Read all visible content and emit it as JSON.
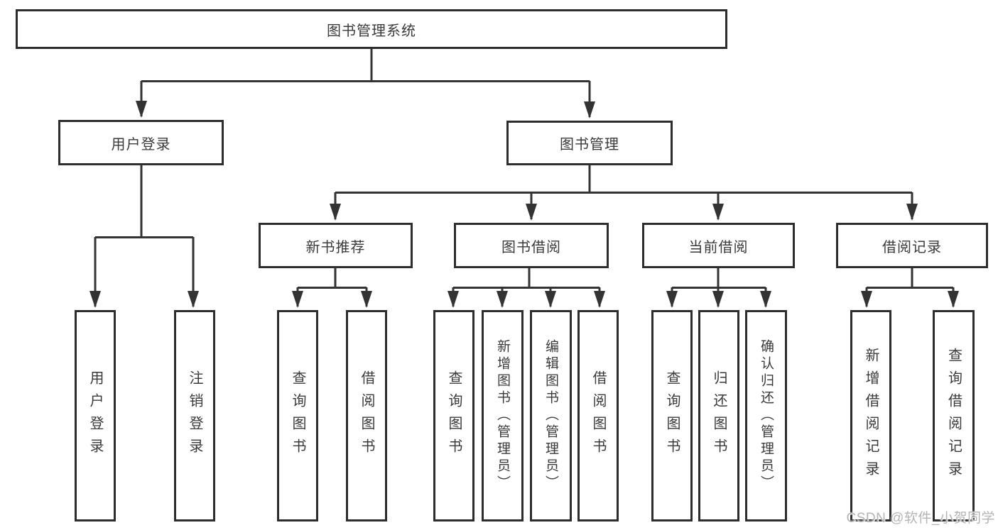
{
  "colors": {
    "line": "#333333",
    "border": "#2d2d2d",
    "text": "#3a3a3a",
    "watermark": "#b4b4b4",
    "background": "#ffffff"
  },
  "tree": {
    "label": "图书管理系统",
    "children": [
      {
        "label": "用户登录",
        "children": [
          {
            "label": "用户登录"
          },
          {
            "label": "注销登录"
          }
        ]
      },
      {
        "label": "图书管理",
        "children": [
          {
            "label": "新书推荐",
            "children": [
              {
                "label": "查询图书"
              },
              {
                "label": "借阅图书"
              }
            ]
          },
          {
            "label": "图书借阅",
            "children": [
              {
                "label": "查询图书"
              },
              {
                "label": "新增图书（管理员）"
              },
              {
                "label": "编辑图书（管理员）"
              },
              {
                "label": "借阅图书"
              }
            ]
          },
          {
            "label": "当前借阅",
            "children": [
              {
                "label": "查询图书"
              },
              {
                "label": "归还图书"
              },
              {
                "label": "确认归还（管理员）"
              }
            ]
          },
          {
            "label": "借阅记录",
            "children": [
              {
                "label": "新增借阅记录"
              },
              {
                "label": "查询借阅记录"
              }
            ]
          }
        ]
      }
    ]
  },
  "watermark": {
    "text": "CSDN @软件_小贺同学"
  }
}
